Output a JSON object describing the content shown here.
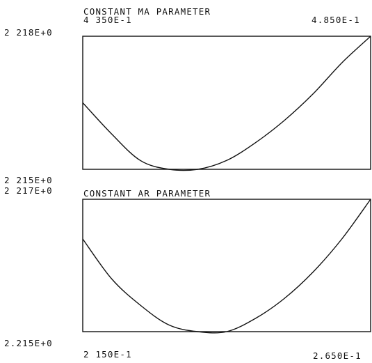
{
  "chart_data": [
    {
      "type": "line",
      "title": "CONSTANT MA PARAMETER",
      "x_range_labels": [
        "4 350E-1",
        "4.850E-1"
      ],
      "y_range_labels": [
        "2 218E+0",
        "2 215E+0"
      ],
      "xlim": [
        0.435,
        0.485
      ],
      "ylim": [
        2.215,
        2.218
      ],
      "series": [
        {
          "x": [
            0.435,
            0.44,
            0.445,
            0.45,
            0.455,
            0.46,
            0.465,
            0.47,
            0.475,
            0.48,
            0.485
          ],
          "y": [
            2.2165,
            2.2158,
            2.2152,
            2.215,
            2.215,
            2.2152,
            2.2156,
            2.2161,
            2.2167,
            2.2174,
            2.218
          ]
        }
      ]
    },
    {
      "type": "line",
      "title": "CONSTANT AR PARAMETER",
      "x_range_labels": [
        "2 150E-1",
        "2.650E-1"
      ],
      "y_range_labels": [
        "2 217E+0",
        "2.215E+0"
      ],
      "xlim": [
        0.215,
        0.265
      ],
      "ylim": [
        2.215,
        2.217
      ],
      "series": [
        {
          "x": [
            0.215,
            0.22,
            0.225,
            0.23,
            0.235,
            0.24,
            0.245,
            0.25,
            0.255,
            0.26,
            0.265
          ],
          "y": [
            2.2164,
            2.2158,
            2.2154,
            2.2151,
            2.215,
            2.215,
            2.2152,
            2.2155,
            2.2159,
            2.2164,
            2.217
          ]
        }
      ]
    }
  ]
}
